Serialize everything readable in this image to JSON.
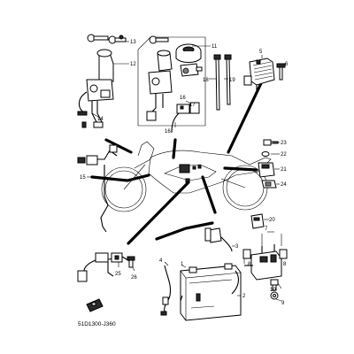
{
  "callouts": {
    "c1": "1",
    "c2": "2",
    "c3": "3",
    "c4": "4",
    "c5": "5",
    "c6": "6",
    "c7": "7",
    "c8": "8",
    "c9": "9",
    "c10": "10",
    "c11": "11",
    "c12": "12",
    "c13": "13",
    "c14": "14",
    "c15": "15",
    "c16": "16",
    "c17": "17",
    "c18": "18",
    "c19": "19",
    "c20": "20",
    "c21": "21",
    "c22": "22",
    "c23": "23",
    "c24": "24",
    "c25": "25",
    "c26": "26"
  },
  "diagram_code": "51D1300-J360"
}
